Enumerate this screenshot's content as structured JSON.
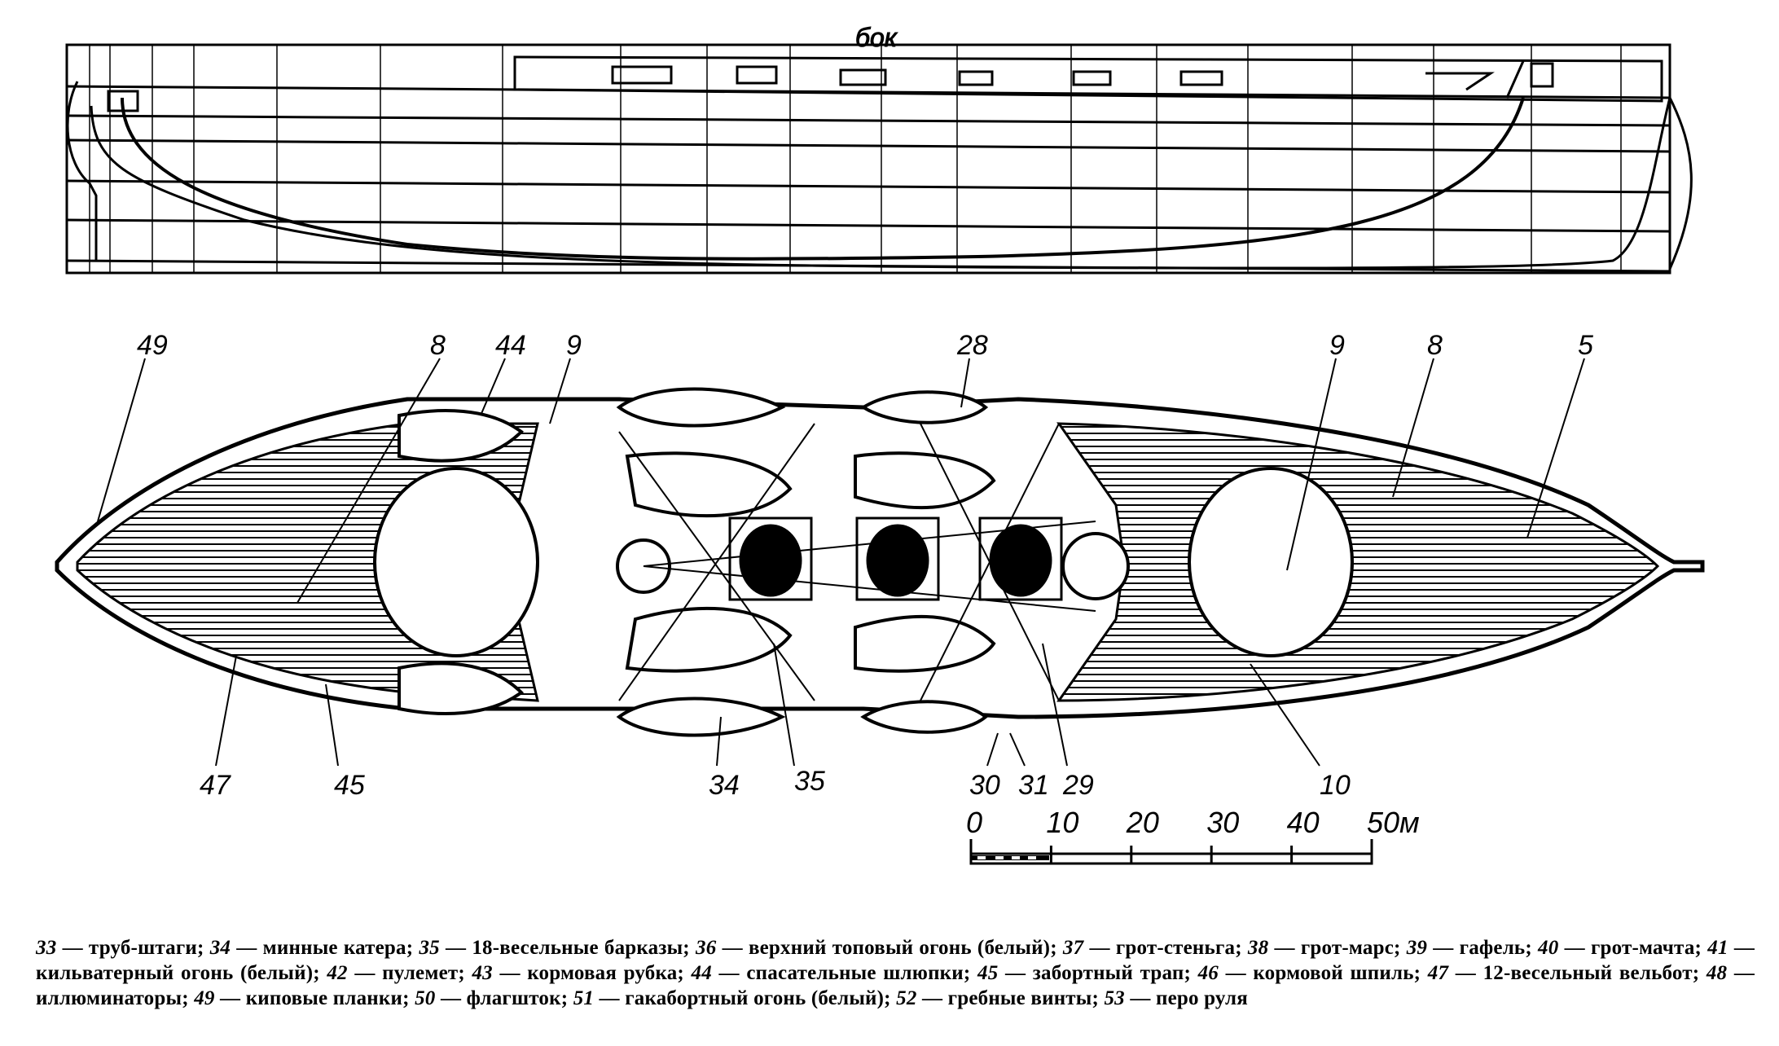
{
  "side_view": {
    "title": "бок"
  },
  "callouts_top": [
    "49",
    "8",
    "44",
    "9",
    "28",
    "9",
    "8",
    "5"
  ],
  "callouts_bottom": [
    "47",
    "45",
    "34",
    "35",
    "30",
    "31",
    "29",
    "10"
  ],
  "scale_bar": {
    "ticks": [
      "0",
      "10",
      "20",
      "30",
      "40",
      "50м"
    ],
    "unit": "м",
    "max_value": 50
  },
  "legend": [
    {
      "num": "33",
      "text": "труб-штаги;"
    },
    {
      "num": "34",
      "text": "минные катера;"
    },
    {
      "num": "35",
      "text": "18-весельные барказы;"
    },
    {
      "num": "36",
      "text": "верхний топовый огонь (белый);"
    },
    {
      "num": "37",
      "text": "грот-стеньга;"
    },
    {
      "num": "38",
      "text": "грот-марс;"
    },
    {
      "num": "39",
      "text": "гафель;"
    },
    {
      "num": "40",
      "text": "грот-мачта;"
    },
    {
      "num": "41",
      "text": "кильватерный огонь (белый);"
    },
    {
      "num": "42",
      "text": "пулемет;"
    },
    {
      "num": "43",
      "text": "кормовая рубка;"
    },
    {
      "num": "44",
      "text": "спасательные шлюпки;"
    },
    {
      "num": "45",
      "text": "забортный трап;"
    },
    {
      "num": "46",
      "text": "кормовой шпиль;"
    },
    {
      "num": "47",
      "text": "12-весельный вельбот;"
    },
    {
      "num": "48",
      "text": "иллюминаторы;"
    },
    {
      "num": "49",
      "text": "киповые планки;"
    },
    {
      "num": "50",
      "text": "флагшток;"
    },
    {
      "num": "51",
      "text": "гакабортный огонь (белый);"
    },
    {
      "num": "52",
      "text": "гребные винты;"
    },
    {
      "num": "53",
      "text": "перо руля"
    }
  ],
  "colors": {
    "ink": "#000000",
    "paper": "#ffffff"
  }
}
